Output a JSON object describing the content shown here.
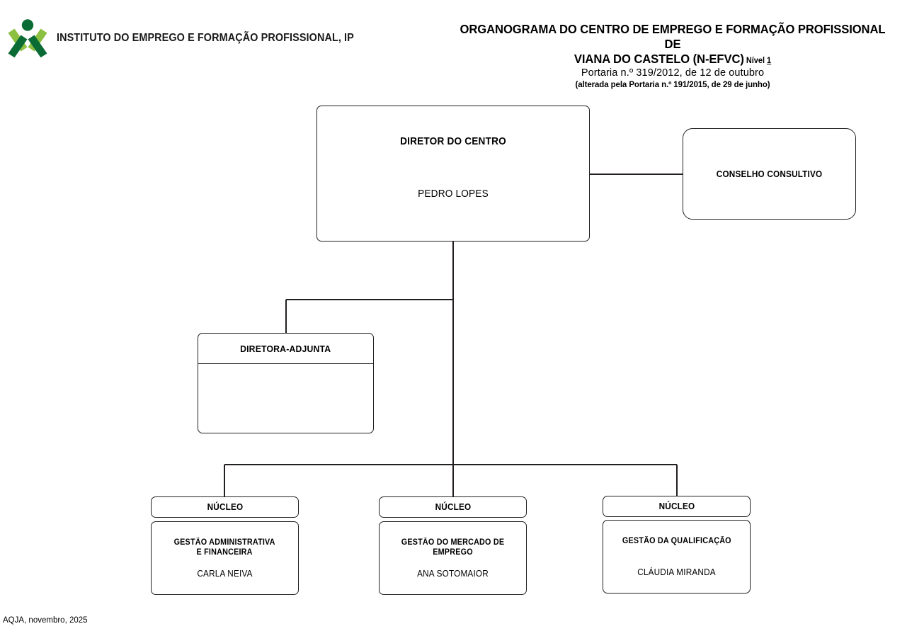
{
  "brand": {
    "logo_icon": "ifp-two-figures-logo",
    "name": "INSTITUTO DO EMPREGO E FORMAÇÃO PROFISSIONAL, IP",
    "colors": {
      "dark_green": "#0b6b35",
      "light_green": "#8cc040"
    }
  },
  "header": {
    "title_line_1": "ORGANOGRAMA DO  CENTRO DE EMPREGO E FORMAÇÃO PROFISSIONAL DE",
    "title_line_2": "VIANA DO CASTELO (N-EFVC)",
    "title_level_prefix": "Nível ",
    "title_level_number": "1",
    "subtitle_1": "Portaria n.º 319/2012, de 12 de outubro",
    "subtitle_2": "(alterada pela Portaria n.º 191/2015, de 29 de junho)"
  },
  "chart": {
    "director": {
      "title": "DIRETOR DO CENTRO",
      "person": "PEDRO LOPES"
    },
    "advisory": {
      "title": "CONSELHO CONSULTIVO"
    },
    "deputy": {
      "title": "DIRETORA-ADJUNTA",
      "person": ""
    },
    "nucleos": [
      {
        "header": "NÚCLEO",
        "title_line_1": "GESTÃO ADMINISTRATIVA",
        "title_line_2": "E FINANCEIRA",
        "person": "CARLA NEIVA"
      },
      {
        "header": "NÚCLEO",
        "title_line_1": "GESTÃO DO MERCADO DE EMPREGO",
        "title_line_2": "",
        "person": "ANA SOTOMAIOR"
      },
      {
        "header": "NÚCLEO",
        "title_line_1": "GESTÃO DA QUALIFICAÇÃO",
        "title_line_2": "",
        "person": "CLÁUDIA MIRANDA"
      }
    ]
  },
  "footer": {
    "note": "AQJA, novembro, 2025"
  }
}
